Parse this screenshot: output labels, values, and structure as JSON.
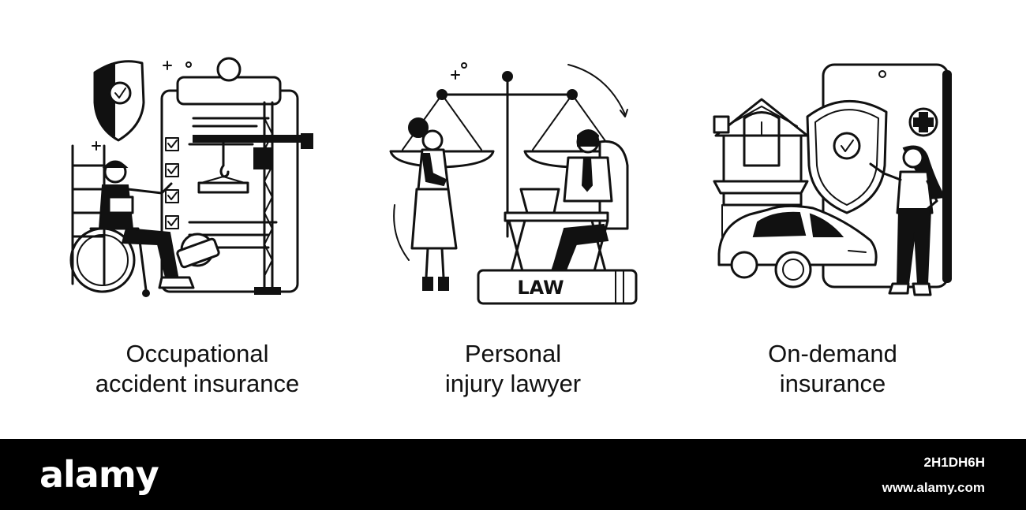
{
  "panels": [
    {
      "id": "occupational",
      "caption_line1": "Occupational",
      "caption_line2": "accident insurance"
    },
    {
      "id": "lawyer",
      "caption_line1": "Personal",
      "caption_line2": "injury lawyer",
      "sign_text": "LAW"
    },
    {
      "id": "on-demand",
      "caption_line1": "On-demand",
      "caption_line2": "insurance"
    }
  ],
  "footer": {
    "logo": "alamy",
    "image_id": "2H1DH6H",
    "site": "www.alamy.com"
  },
  "colors": {
    "ink": "#111111",
    "background": "#ffffff",
    "footer_band": "#000000"
  }
}
